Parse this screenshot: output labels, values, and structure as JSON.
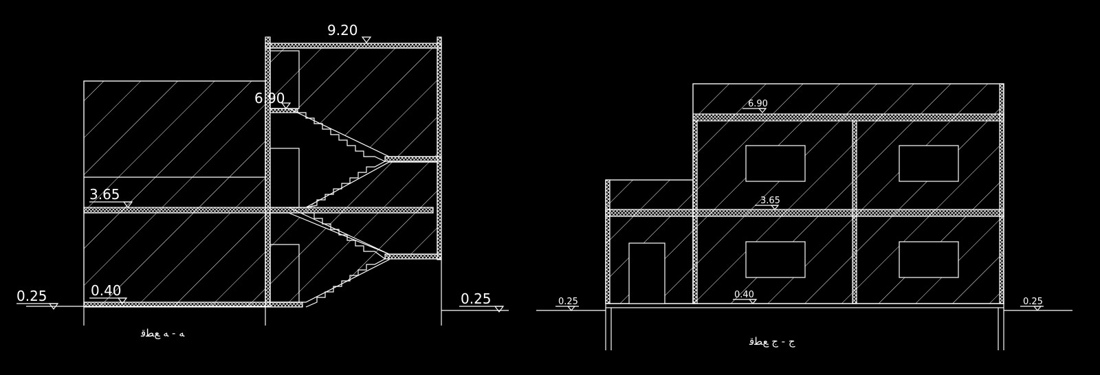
{
  "colors": {
    "background": "#000000",
    "lines": "#ffffff"
  },
  "section_left": {
    "labels": {
      "top": "9.20",
      "upper": "6.90",
      "mid": "3.65",
      "outside_left": "0.25",
      "floor": "0.40",
      "outside_right": "0.25"
    },
    "title": "ﻪ - ﻪ ﻊﻄﻗ"
  },
  "section_right": {
    "labels": {
      "roof": "6.90",
      "mid": "3.65",
      "outside_left": "0.25",
      "floor": "0.40",
      "outside_right": "0.25"
    },
    "title": "ﺝ - ﺝ ﻊﻄﻗ"
  }
}
